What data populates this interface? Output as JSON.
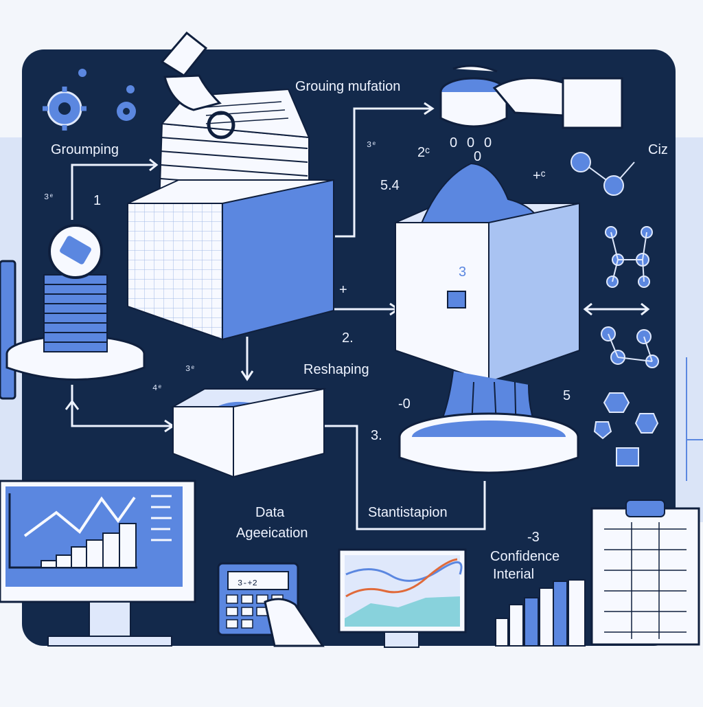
{
  "labels": {
    "grouping_mutation": "Grouing mufation",
    "groumping": "Groumping",
    "reshaping": "Reshaping",
    "data_line1": "Data",
    "data_line2": "Ageeication",
    "stantistapion": "Stantistapion",
    "confidence_line1": "Confidence",
    "confidence_line2": "Interial",
    "ciz": "Ciz"
  },
  "step_numbers": {
    "n1": "1",
    "n2": "2.",
    "n2c": "2ᶜ",
    "n3": "3",
    "n3b": "3.",
    "n34": "5.4",
    "n5": "5",
    "n_neg3": "-3",
    "n_neg0": "-0",
    "n3e_a": "3ᵉ",
    "n3e_b": "3ᵉ",
    "n3e_c": "3ᵉ",
    "n4e": "4ᵉ",
    "plus": "+",
    "plus_c": "+ᶜ"
  },
  "binary_stream": [
    "0",
    "0",
    "0",
    "0"
  ],
  "calculator_display": "3-+2",
  "colors": {
    "background": "#f3f6fb",
    "board": "#13294b",
    "accent_blue": "#5b87e0",
    "light_blue": "#a9c3f2",
    "white": "#f7f9ff",
    "outline": "#0f1f3d",
    "orange": "#e06a3a",
    "teal": "#4ec3c8"
  },
  "icons": [
    "gear-icon",
    "hand-icon",
    "magnifier-icon",
    "coin-stack-icon",
    "network-icon",
    "clipboard-icon",
    "monitor-icon",
    "calculator-icon",
    "bar-chart-icon"
  ]
}
